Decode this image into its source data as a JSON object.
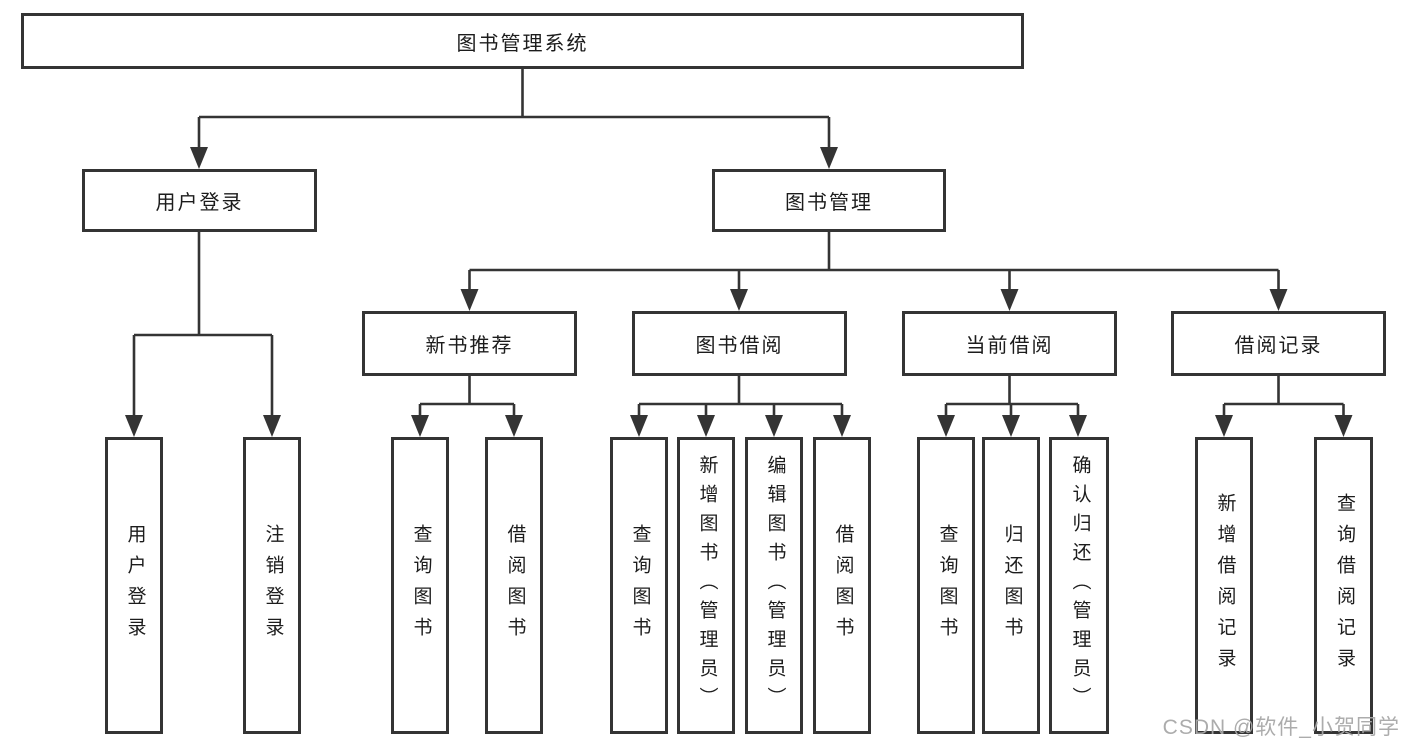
{
  "colors": {
    "background": "#ffffff",
    "box_border": "#343434",
    "connector_line": "#343434",
    "node_text": "#1c1c1c",
    "watermark_text": "#a8a8a8"
  },
  "diagram": {
    "tree": {
      "label": "图书管理系统",
      "children": [
        {
          "label": "用户登录",
          "children": [
            {
              "label": "用户登录"
            },
            {
              "label": "注销登录"
            }
          ]
        },
        {
          "label": "图书管理",
          "children": [
            {
              "label": "新书推荐",
              "children": [
                {
                  "label": "查询图书"
                },
                {
                  "label": "借阅图书"
                }
              ]
            },
            {
              "label": "图书借阅",
              "children": [
                {
                  "label": "查询图书"
                },
                {
                  "label": "新增图书（管理员）"
                },
                {
                  "label": "编辑图书（管理员）"
                },
                {
                  "label": "借阅图书"
                }
              ]
            },
            {
              "label": "当前借阅",
              "children": [
                {
                  "label": "查询图书"
                },
                {
                  "label": "归还图书"
                },
                {
                  "label": "确认归还（管理员）"
                }
              ]
            },
            {
              "label": "借阅记录",
              "children": [
                {
                  "label": "新增借阅记录"
                },
                {
                  "label": "查询借阅记录"
                }
              ]
            }
          ]
        }
      ]
    }
  },
  "watermark": {
    "text": "CSDN @软件_小贺同学"
  }
}
